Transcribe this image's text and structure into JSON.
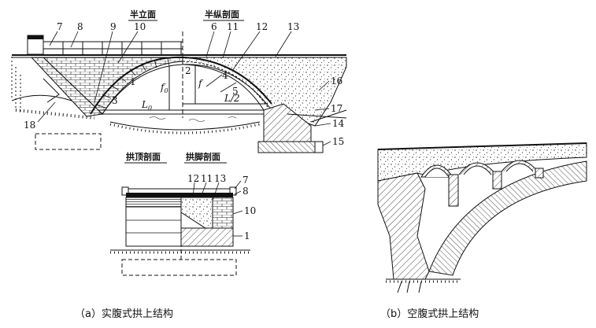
{
  "figure_a": {
    "section_titles": {
      "half_elevation": "半立面",
      "half_longitudinal": "半纵剖面",
      "crown_section": "拱顶剖面",
      "springing_section": "拱脚剖面"
    },
    "callouts_top": [
      "7",
      "8",
      "9",
      "10",
      "6",
      "11",
      "12",
      "13"
    ],
    "callouts_side": [
      "16",
      "17",
      "14",
      "15",
      "18"
    ],
    "callouts_inner": [
      "1",
      "2",
      "3",
      "4",
      "5"
    ],
    "dimension_labels": {
      "f0_main": "f",
      "f0_sub": "0",
      "f": "f",
      "L0_main": "L",
      "L0_sub": "0",
      "half_span": "L/2"
    },
    "section_callouts": [
      "12",
      "11",
      "13",
      "7",
      "8",
      "10",
      "1"
    ],
    "caption": "（a）实腹式拱上结构"
  },
  "figure_b": {
    "caption": "（b）空腹式拱上结构"
  }
}
